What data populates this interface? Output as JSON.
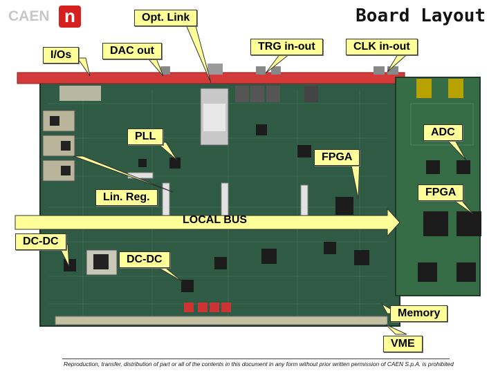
{
  "logo": {
    "text": "CAEN",
    "mark": "n"
  },
  "title": "Board Layout",
  "labels": {
    "opt_link": "Opt. Link",
    "ios": "I/Os",
    "dac_out": "DAC out",
    "trg_inout": "TRG in-out",
    "clk_inout": "CLK in-out",
    "pll": "PLL",
    "adc": "ADC",
    "fpga_upper": "FPGA",
    "fpga_lower": "FPGA",
    "lin_reg": "Lin. Reg.",
    "local_bus": "LOCAL BUS",
    "dcdc_left": "DC-DC",
    "dcdc_middle": "DC-DC",
    "memory": "Memory",
    "vme": "VME"
  },
  "footer": "Reproduction, transfer, distribution of part or all of the contents in this document in any form without prior written permission of CAEN S.p.A. is prohibited",
  "colors": {
    "pcb": "#2f5a43",
    "pcb_dark": "#1d3b2c",
    "front_panel": "#d43a3a",
    "label_bg": "#ffff99",
    "logo_red": "#d61f1f"
  }
}
